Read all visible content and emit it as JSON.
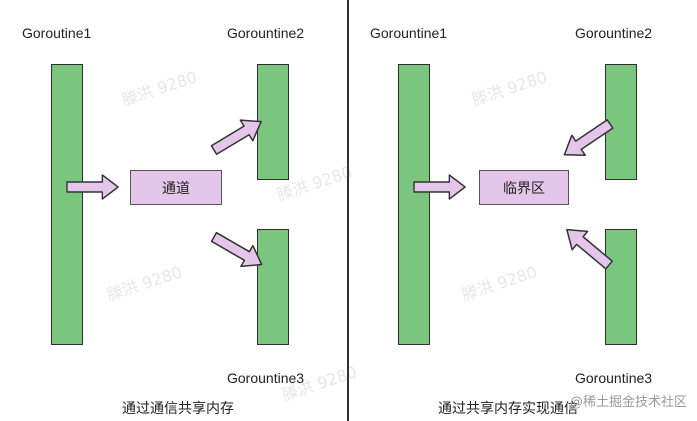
{
  "left_panel": {
    "label_g1": "Goroutine1",
    "label_g2": "Gorountine2",
    "label_g3": "Gorountine3",
    "box_label": "通道",
    "caption": "通过通信共享内存"
  },
  "right_panel": {
    "label_g1": "Gorountine1",
    "label_g2": "Gorountine2",
    "label_g3": "Gorountine3",
    "box_label": "临界区",
    "caption": "通过共享内存实现通信"
  },
  "watermark": {
    "text": "滕洪 9280"
  },
  "brand": {
    "text": "@稀土掘金技术社区"
  },
  "colors": {
    "bar": "#7bc67e",
    "box": "#e4c6ea",
    "arrow": "#e4c6ea",
    "outline": "#2f2f2f"
  }
}
